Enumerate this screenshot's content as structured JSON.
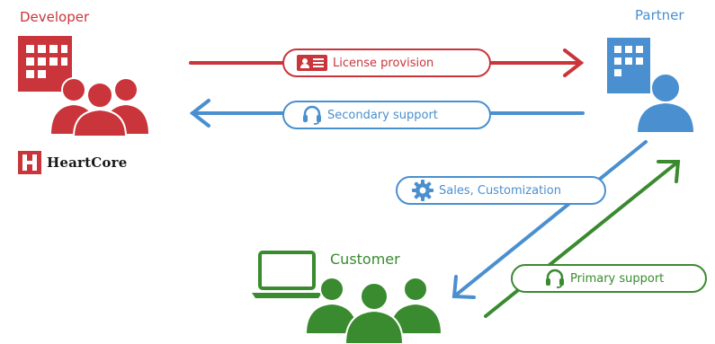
{
  "colors": {
    "developer": "#c9353a",
    "partner": "#4a8fcf",
    "customer": "#3a8a2f",
    "brand_text": "#1a1a1a"
  },
  "roles": {
    "developer": "Developer",
    "partner": "Partner",
    "customer": "Customer"
  },
  "brand": {
    "name": "HeartCore",
    "logo_letter": "H"
  },
  "flows": {
    "license_provision": {
      "label": "License provision",
      "icon": "license-card-icon",
      "from": "Developer",
      "to": "Partner"
    },
    "secondary_support": {
      "label": "Secondary support",
      "icon": "headset-icon",
      "from": "Partner",
      "to": "Developer"
    },
    "sales_customization": {
      "label": "Sales, Customization",
      "icon": "gear-icon",
      "from": "Partner",
      "to": "Customer"
    },
    "primary_support": {
      "label": "Primary support",
      "icon": "headset-icon",
      "from": "Customer",
      "to": "Partner"
    }
  }
}
